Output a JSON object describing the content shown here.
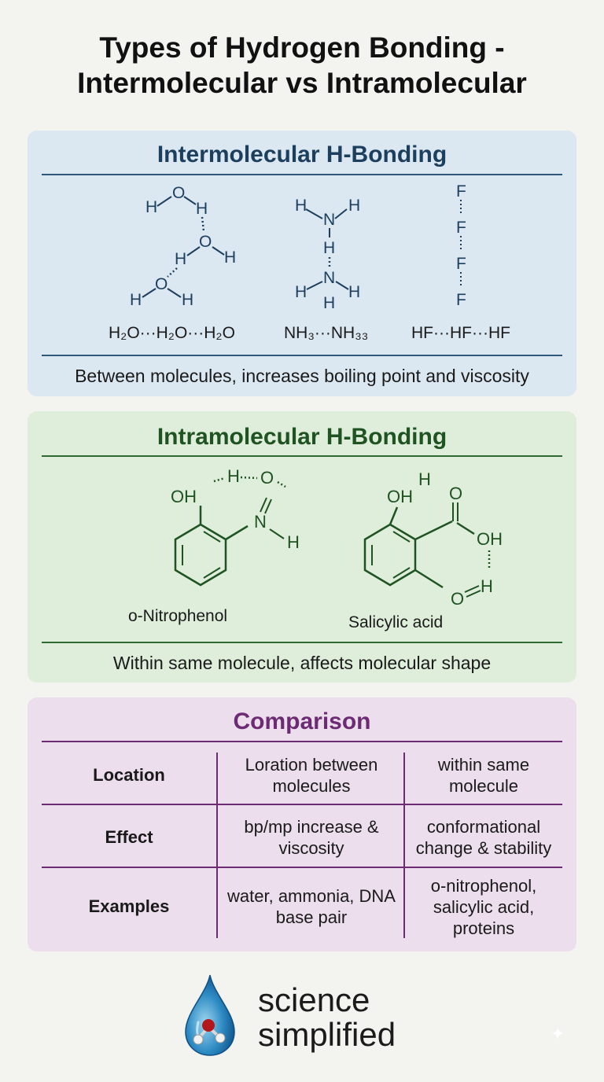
{
  "title_line1": "Types of Hydrogen Bonding -",
  "title_line2": "Intermolecular vs Intramolecular",
  "intermolecular": {
    "heading": "Intermolecular H-Bonding",
    "water_formula": "H₂O···H₂O···H₂O",
    "ammonia_formula": "NH₃···NH₃₃",
    "hf_formula": "HF···HF···HF",
    "caption": "Between molecules, increases boiling point and viscosity"
  },
  "intramolecular": {
    "heading": "Intramolecular H-Bonding",
    "nitrophenol_label": "o-Nitrophenol",
    "salicylic_label": "Salicylic acid",
    "caption": "Within same molecule, affects molecular shape"
  },
  "comparison": {
    "heading": "Comparison",
    "rows": [
      {
        "label": "Location",
        "inter": "Loration between molecules",
        "intra": "within same molecule"
      },
      {
        "label": "Effect",
        "inter": "bp/mp increase & viscosity",
        "intra": "conformational change & stability"
      },
      {
        "label": "Examples",
        "inter": "water, ammonia, DNA base pair",
        "intra": "o-nitrophenol, salicylic acid, proteins"
      }
    ]
  },
  "brand": {
    "line1": "science",
    "line2": "simplified"
  },
  "colors": {
    "inter_panel": "#dbe7f1",
    "intra_panel": "#dfeedb",
    "comparison_panel": "#ecdeed",
    "inter_accent": "#1d3f5e",
    "intra_accent": "#1f5322",
    "comparison_accent": "#6c2b73"
  },
  "icons": [
    "water-drop-molecule-logo-icon",
    "sparkle-icon"
  ]
}
